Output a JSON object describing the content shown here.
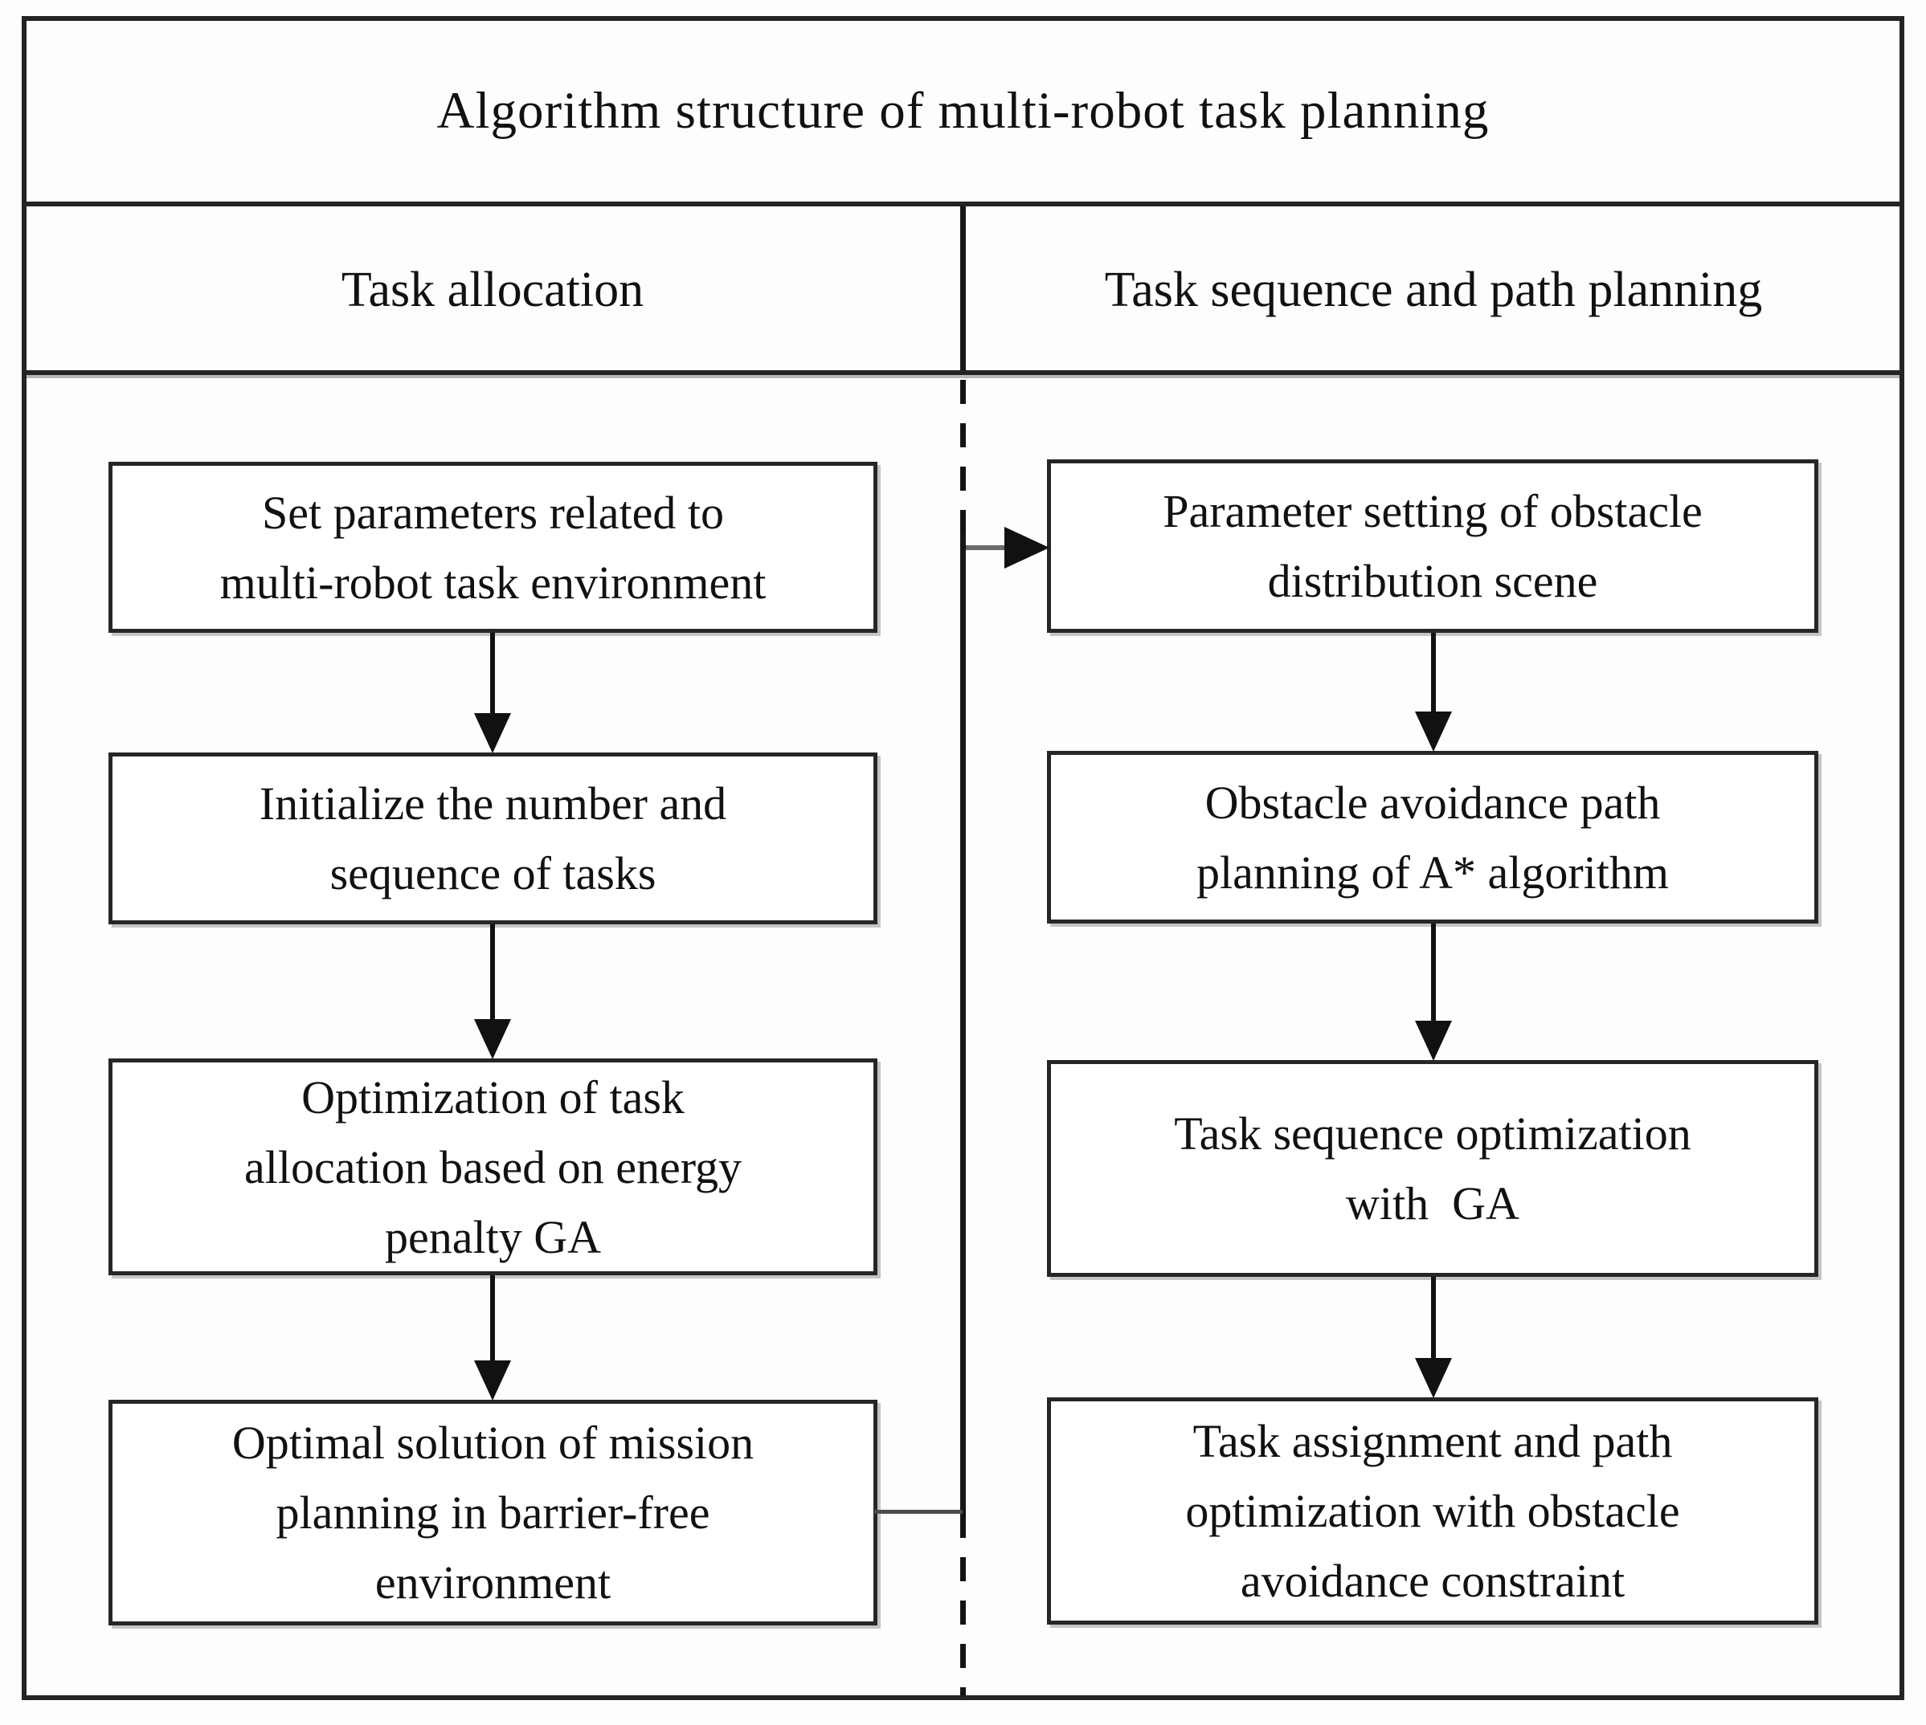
{
  "title": "Algorithm structure of multi-robot task planning",
  "columns": [
    {
      "header": "Task allocation",
      "boxes": [
        {
          "id": "L1",
          "text": "Set parameters related to\nmulti-robot task environment"
        },
        {
          "id": "L2",
          "text": "Initialize the number and\nsequence of tasks"
        },
        {
          "id": "L3",
          "text": "Optimization of task\nallocation based on energy\npenalty GA"
        },
        {
          "id": "L4",
          "text": "Optimal solution of mission\nplanning in barrier-free\nenvironment"
        }
      ]
    },
    {
      "header": "Task sequence and path planning",
      "boxes": [
        {
          "id": "R1",
          "text": "Parameter setting of obstacle\ndistribution scene"
        },
        {
          "id": "R2",
          "text": "Obstacle avoidance path\nplanning of A* algorithm"
        },
        {
          "id": "R3",
          "text": "Task sequence optimization\nwith  GA"
        },
        {
          "id": "R4",
          "text": "Task assignment and path\noptimization with obstacle\navoidance constraint"
        }
      ]
    }
  ],
  "edges": [
    {
      "from": "L1",
      "to": "L2",
      "type": "arrow-down"
    },
    {
      "from": "L2",
      "to": "L3",
      "type": "arrow-down"
    },
    {
      "from": "L3",
      "to": "L4",
      "type": "arrow-down"
    },
    {
      "from": "R1",
      "to": "R2",
      "type": "arrow-down"
    },
    {
      "from": "R2",
      "to": "R3",
      "type": "arrow-down"
    },
    {
      "from": "R3",
      "to": "R4",
      "type": "arrow-down"
    },
    {
      "from": "L4",
      "to": "R1",
      "type": "elbow-right-up-arrow"
    }
  ],
  "divider": {
    "style": "dashed-vertical",
    "solid_segment_reason": "connector L4 to R1 overlaps divider"
  },
  "colors": {
    "line": "#242424",
    "box_border": "#262626",
    "text": "#111111",
    "background": "#ffffff",
    "connector_gray": "#4d4d4d"
  }
}
